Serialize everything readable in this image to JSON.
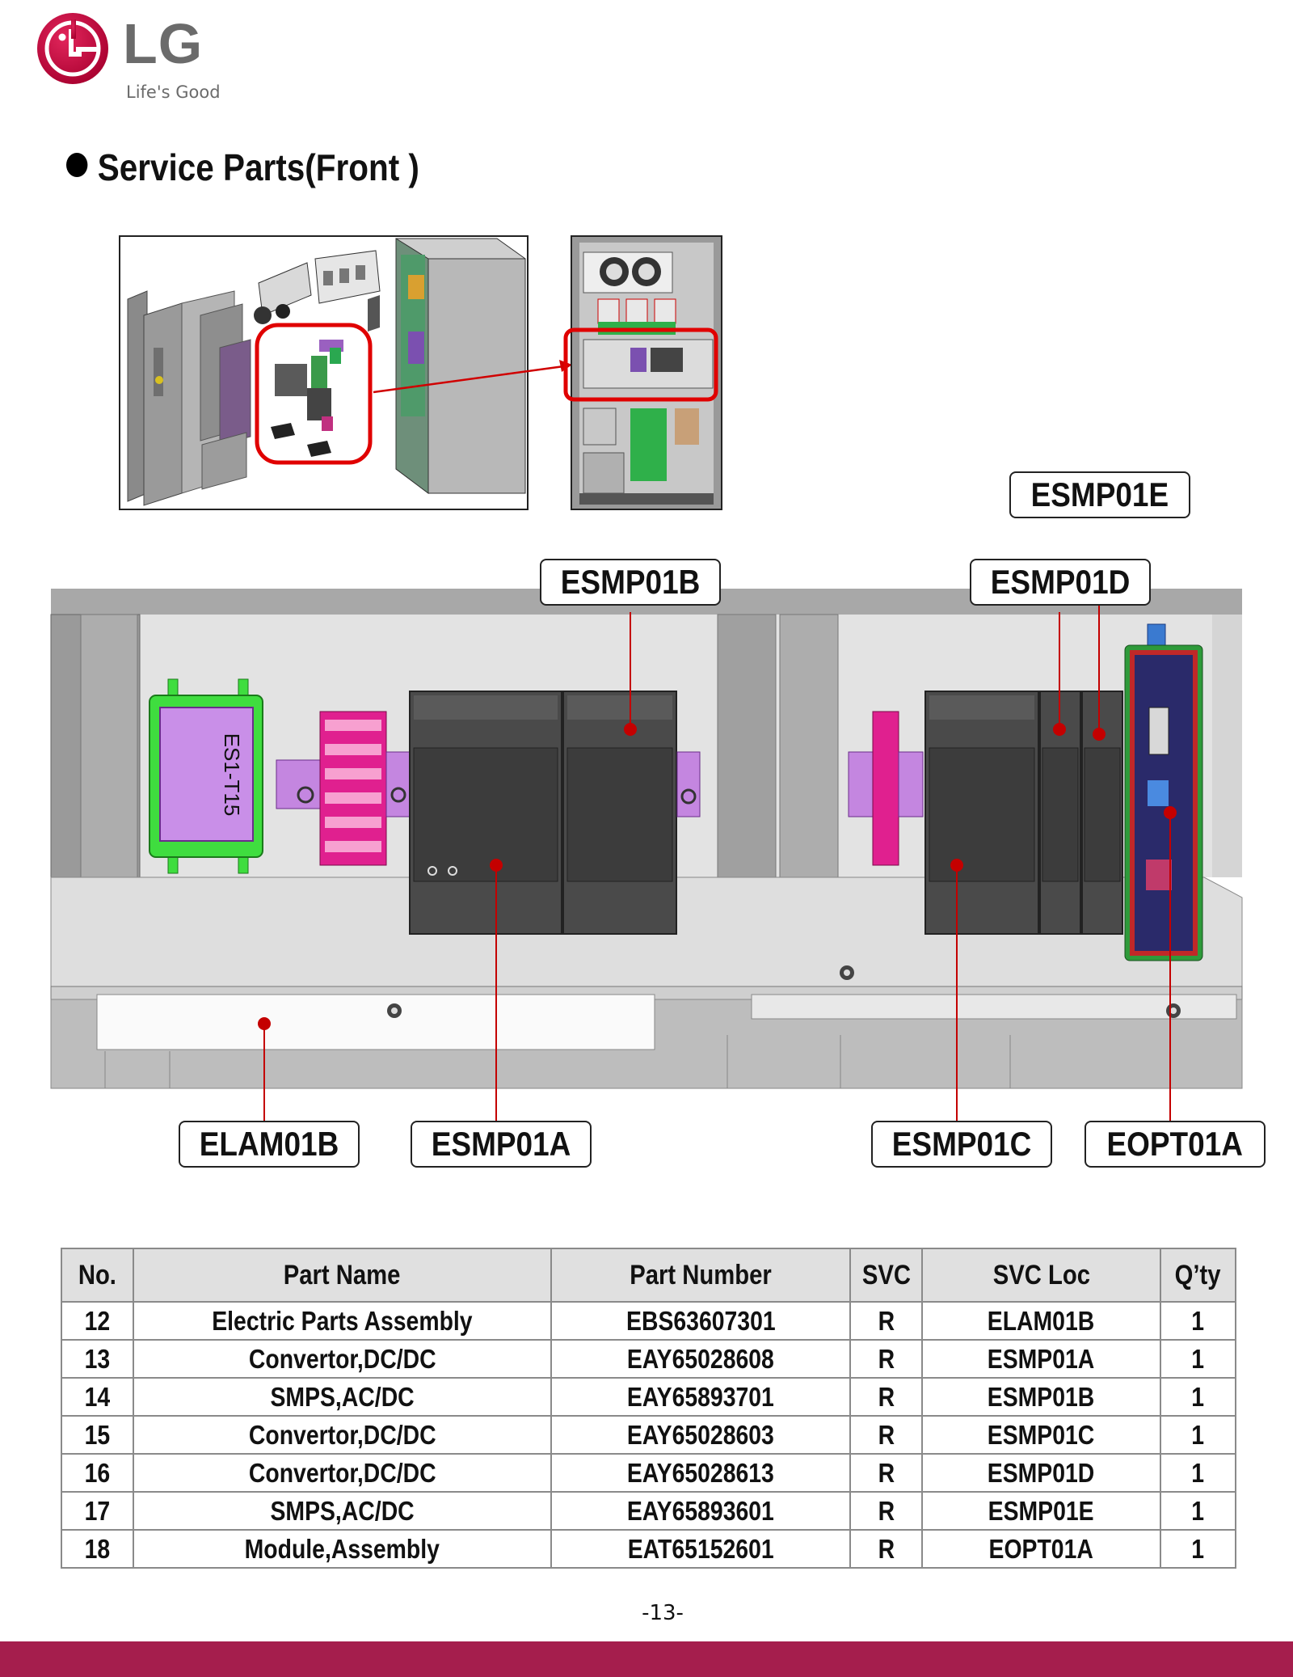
{
  "logo": {
    "brand": "LG",
    "mark_letters": "LG",
    "tagline": "Life's Good",
    "color_red": "#c6003c",
    "color_gray": "#6b6b6b"
  },
  "section": {
    "title": "Service Parts(Front )"
  },
  "diagram": {
    "component_label": "ES1-T15",
    "callouts": {
      "esmp01e": "ESMP01E",
      "esmp01b": "ESMP01B",
      "esmp01d": "ESMP01D",
      "elam01b": "ELAM01B",
      "esmp01a": "ESMP01A",
      "esmp01c": "ESMP01C",
      "eopt01a": "EOPT01A"
    },
    "leader_color": "#c40000"
  },
  "table": {
    "headers": {
      "no": "No.",
      "name": "Part Name",
      "number": "Part Number",
      "svc": "SVC",
      "loc": "SVC Loc",
      "qty": "Q’ty"
    },
    "rows": [
      {
        "no": "12",
        "name": "Electric Parts Assembly",
        "number": "EBS63607301",
        "svc": "R",
        "loc": "ELAM01B",
        "qty": "1"
      },
      {
        "no": "13",
        "name": "Convertor,DC/DC",
        "number": "EAY65028608",
        "svc": "R",
        "loc": "ESMP01A",
        "qty": "1"
      },
      {
        "no": "14",
        "name": "SMPS,AC/DC",
        "number": "EAY65893701",
        "svc": "R",
        "loc": "ESMP01B",
        "qty": "1"
      },
      {
        "no": "15",
        "name": "Convertor,DC/DC",
        "number": "EAY65028603",
        "svc": "R",
        "loc": "ESMP01C",
        "qty": "1"
      },
      {
        "no": "16",
        "name": "Convertor,DC/DC",
        "number": "EAY65028613",
        "svc": "R",
        "loc": "ESMP01D",
        "qty": "1"
      },
      {
        "no": "17",
        "name": "SMPS,AC/DC",
        "number": "EAY65893601",
        "svc": "R",
        "loc": "ESMP01E",
        "qty": "1"
      },
      {
        "no": "18",
        "name": "Module,Assembly",
        "number": "EAT65152601",
        "svc": "R",
        "loc": "EOPT01A",
        "qty": "1"
      }
    ]
  },
  "page_number": "-13-",
  "footer_color": "#a51e4d"
}
